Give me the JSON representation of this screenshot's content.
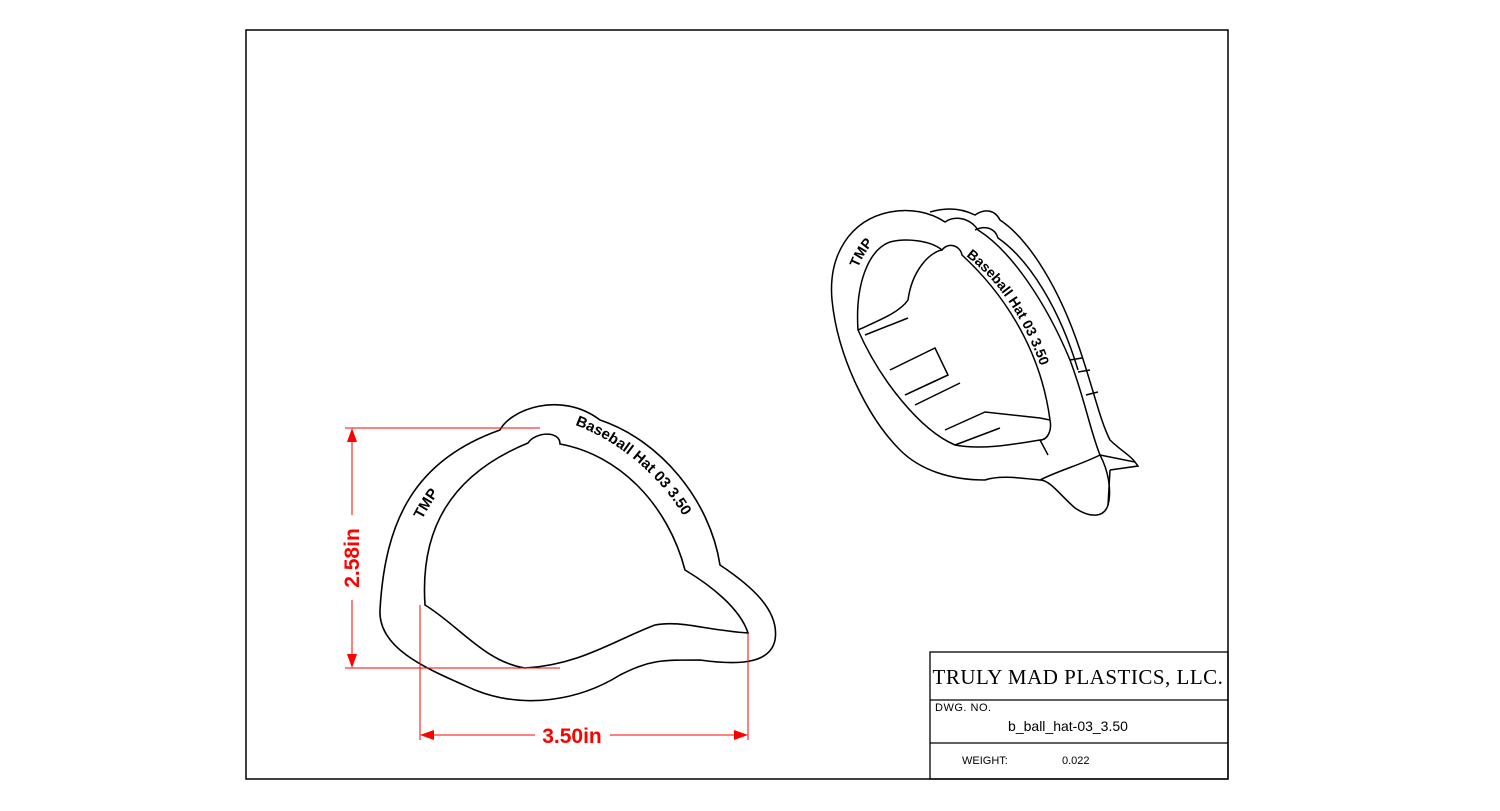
{
  "title_block": {
    "company": "TRULY MAD PLASTICS, LLC.",
    "dwg_no_label": "DWG. NO.",
    "dwg_no_value": "b_ball_hat-03_3.50",
    "weight_label": "WEIGHT:",
    "weight_value": "0.022"
  },
  "dimensions": {
    "height": "2.58in",
    "width": "3.50in"
  },
  "embossed_text": {
    "maker": "TMP",
    "label": "Baseball Hat 03  3.50"
  },
  "colors": {
    "dimension": "#ff0000",
    "line": "#000000",
    "background": "#ffffff"
  }
}
